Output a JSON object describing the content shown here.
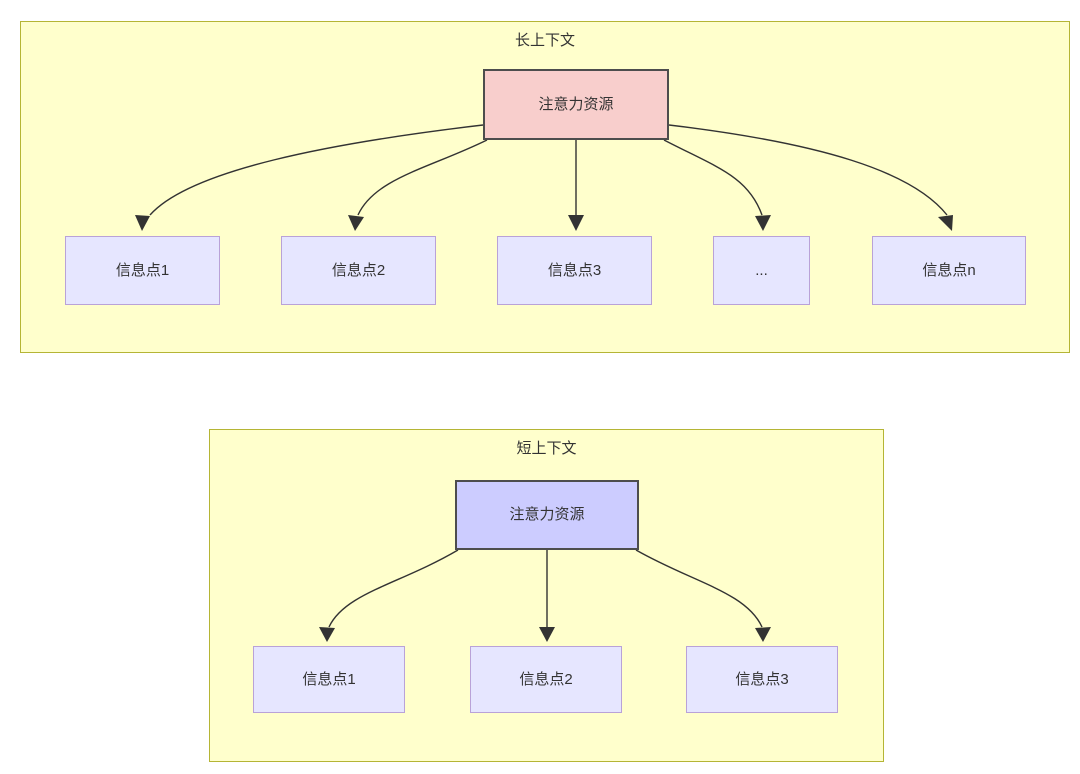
{
  "diagram": {
    "background_color": "#ffffff",
    "panel_fill": "#ffffcc",
    "panel_border": "#b5b535",
    "edge_color": "#333333",
    "panels": [
      {
        "id": "long-context",
        "title": "长上下文",
        "root": {
          "label": "注意力资源",
          "fill": "#f8cecc",
          "border": "#4d4d4d"
        },
        "leaves": [
          {
            "label": "信息点1",
            "fill": "#e6e6ff",
            "border": "#b9a2d8"
          },
          {
            "label": "信息点2",
            "fill": "#e6e6ff",
            "border": "#b9a2d8"
          },
          {
            "label": "信息点3",
            "fill": "#e6e6ff",
            "border": "#b9a2d8"
          },
          {
            "label": "...",
            "fill": "#e6e6ff",
            "border": "#b9a2d8"
          },
          {
            "label": "信息点n",
            "fill": "#e6e6ff",
            "border": "#b9a2d8"
          }
        ]
      },
      {
        "id": "short-context",
        "title": "短上下文",
        "root": {
          "label": "注意力资源",
          "fill": "#ccccff",
          "border": "#4d4d4d"
        },
        "leaves": [
          {
            "label": "信息点1",
            "fill": "#e6e6ff",
            "border": "#b9a2d8"
          },
          {
            "label": "信息点2",
            "fill": "#e6e6ff",
            "border": "#b9a2d8"
          },
          {
            "label": "信息点3",
            "fill": "#e6e6ff",
            "border": "#b9a2d8"
          }
        ]
      }
    ]
  }
}
